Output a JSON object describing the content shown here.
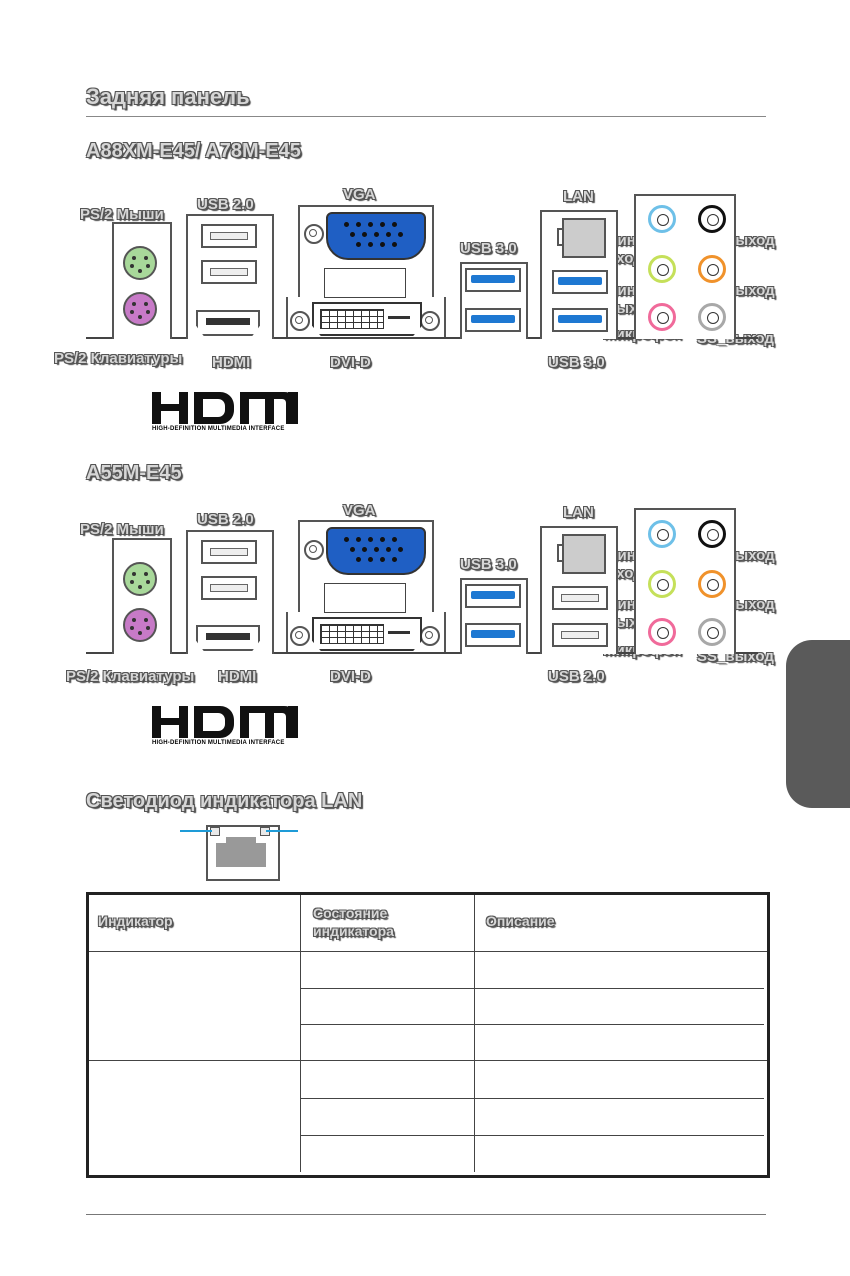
{
  "section_title": "Задняя панель",
  "panel1": {
    "model": "A88XM-E45/ A78M-E45",
    "labels": {
      "ps2_mouse": "PS/2 Мыши",
      "usb20": "USB 2.0",
      "vga": "VGA",
      "lan": "LAN",
      "usb30_upper": "USB 3.0",
      "ps2_keyboard": "PS/2 Клавиатуры",
      "hdmi": "HDMI",
      "dvid": "DVI-D",
      "usb_lower": "USB 3.0",
      "line_in": "Линейный вход",
      "rs_out": "RS_выход",
      "line_out": "Линейный выход",
      "cs_out": "CS_выход",
      "mic": "Микрофон",
      "ss_out": "SS_выход"
    }
  },
  "panel2": {
    "model": "A55M-E45",
    "labels": {
      "ps2_mouse": "PS/2 Мыши",
      "usb20": "USB 2.0",
      "vga": "VGA",
      "lan": "LAN",
      "usb30_upper": "USB 3.0",
      "ps2_keyboard": "PS/2 Клавиатуры",
      "hdmi": "HDMI",
      "dvid": "DVI-D",
      "usb_lower": "USB 2.0",
      "line_in": "Линейный вход",
      "rs_out": "RS_выход",
      "line_out": "Линейный выход",
      "cs_out": "CS_выход",
      "mic": "Микрофон",
      "ss_out": "SS_выход"
    }
  },
  "hdmi_logo": {
    "word": "HDMI",
    "tagline": "HIGH-DEFINITION MULTIMEDIA INTERFACE"
  },
  "led_section_title": "Светодиод индикатора LAN",
  "led_table": {
    "headers": [
      "Индикатор",
      "Состояние индикатора",
      "Описание"
    ]
  },
  "colors": {
    "usb3_blue": "#1e78d2",
    "vga_blue": "#1f5fc4",
    "mouse_green": "#a8d89a",
    "keyboard_purple": "#c77ac7",
    "jack_blue": "#6ec0e8",
    "jack_black": "#111111",
    "jack_lime": "#c5e05a",
    "jack_orange": "#f0922b",
    "jack_pink": "#f06a9a",
    "jack_gray": "#a8a8a8",
    "led_pointer": "#1e9bd7"
  }
}
